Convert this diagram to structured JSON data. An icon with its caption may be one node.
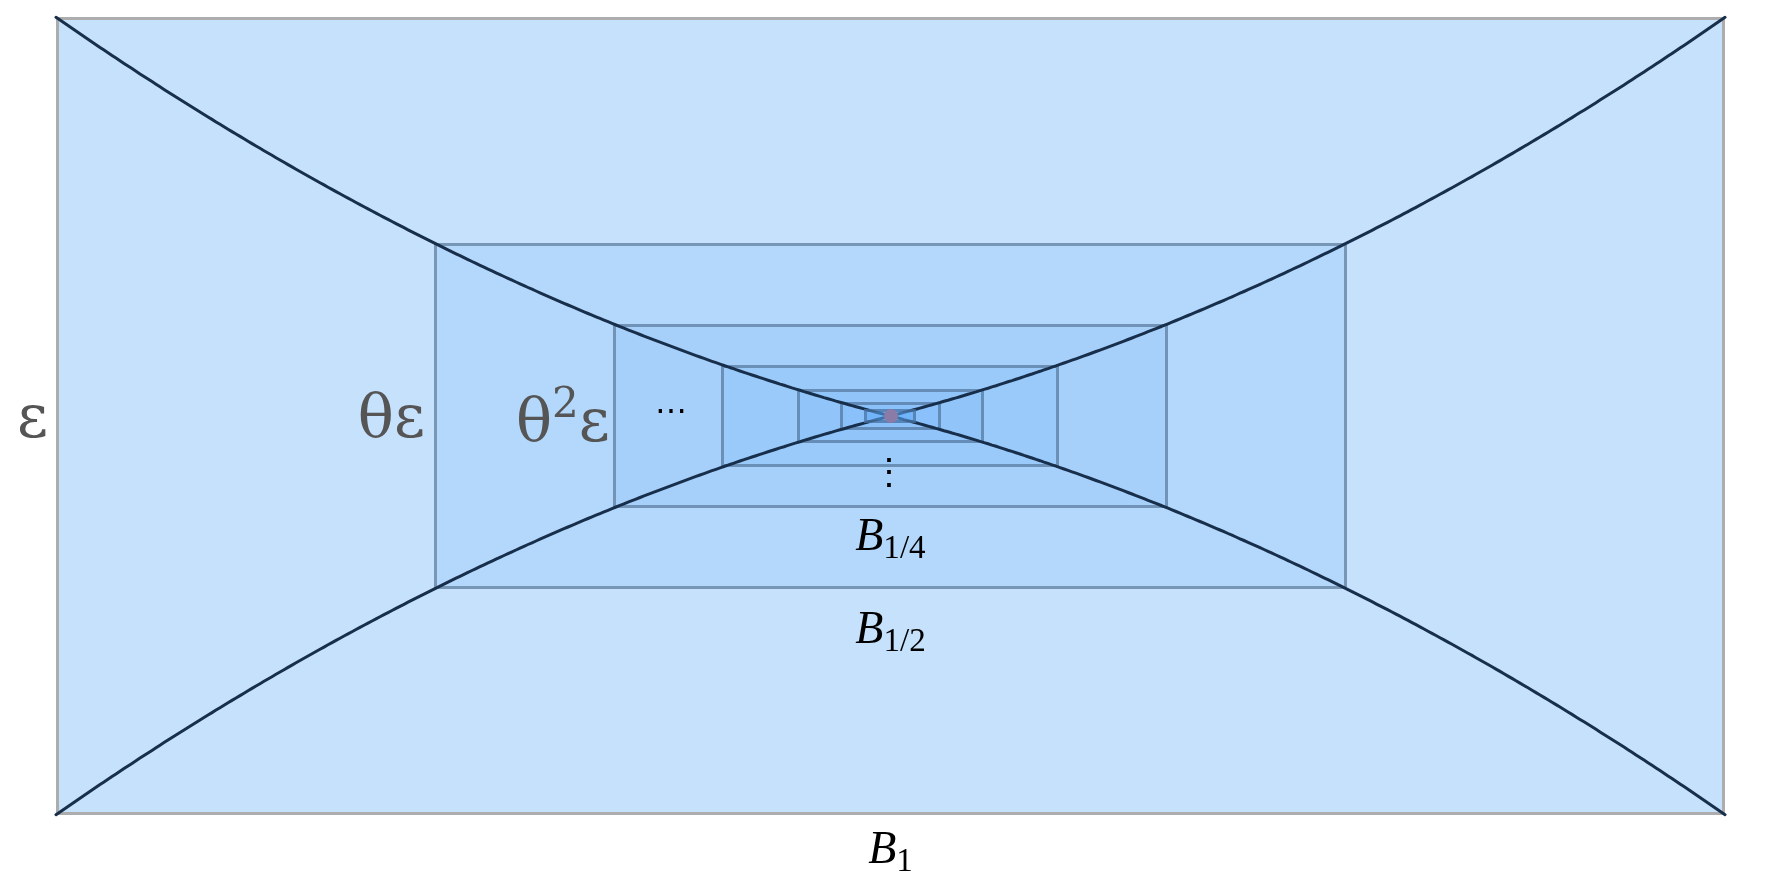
{
  "diagram": {
    "nodes": [
      {
        "text": [
          "*B*$_{1}$"
        ],
        "beside": [
          "ε"
        ]
      },
      {
        "text": [
          "*B*$_{1/2}$"
        ],
        "beside": [
          "θε"
        ],
        "in": 0
      },
      {
        "text": [
          "*B*$_{1/4}$"
        ],
        "beside": [
          "θ$^{2}$ε"
        ],
        "in": 1
      },
      {
        "text": [],
        "shape": "box",
        "in": 2
      },
      {
        "text": [],
        "shape": "box",
        "in": 3
      },
      {
        "text": [],
        "shape": "box",
        "in": 4
      },
      {
        "text": [],
        "shape": "box",
        "in": 5
      }
    ],
    "labels": [
      "⋯",
      "⋮"
    ]
  }
}
